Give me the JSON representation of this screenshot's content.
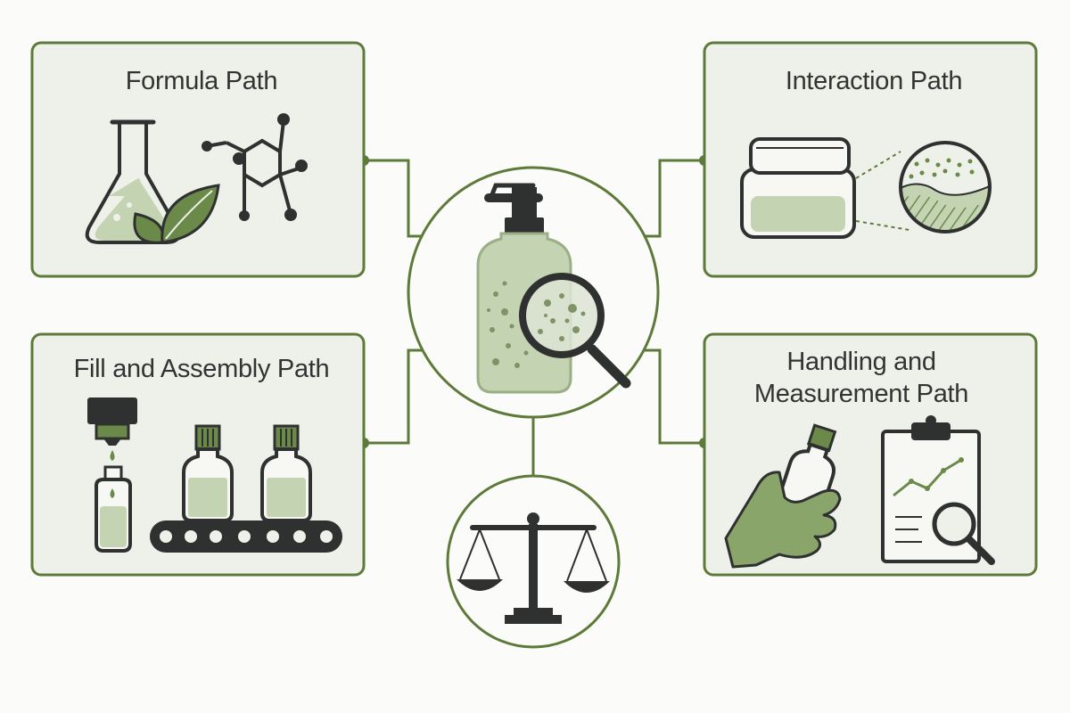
{
  "panels": {
    "formula": {
      "title": "Formula Path"
    },
    "interaction": {
      "title": "Interaction Path"
    },
    "fill_assembly": {
      "title": "Fill and Assembly Path"
    },
    "handling_measurement": {
      "title_line1": "Handling and",
      "title_line2": "Measurement Path"
    }
  },
  "colors": {
    "accent_green": "#5e7a3a",
    "panel_fill": "#eef1ea",
    "light_green_fill": "#c4d3b2",
    "leaf_green": "#6b8a4a",
    "dark_gray": "#2f3030",
    "page_background": "#fbfbf9"
  },
  "icons": {
    "center": [
      "pump-bottle-icon",
      "magnifier-icon"
    ],
    "bottom": "balance-scale-icon",
    "formula": [
      "flask-icon",
      "leaf-icon",
      "molecule-icon"
    ],
    "interaction": [
      "jar-icon",
      "cross-section-icon"
    ],
    "fill_assembly": [
      "dispenser-nozzle-icon",
      "vial-icon",
      "bottle-icon",
      "conveyor-icon"
    ],
    "handling_measurement": [
      "hand-holding-bottle-icon",
      "clipboard-chart-icon",
      "magnifier-icon"
    ]
  }
}
